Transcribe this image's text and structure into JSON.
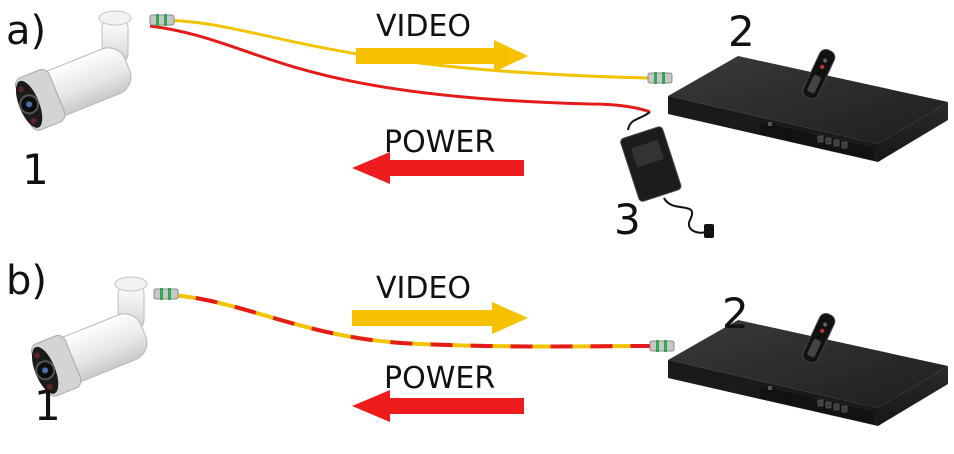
{
  "panel_a": {
    "label": "a)",
    "camera_number": "1",
    "recorder_number": "2",
    "psu_number": "3",
    "video_label": "VIDEO",
    "power_label": "POWER"
  },
  "panel_b": {
    "label": "b)",
    "camera_number": "1",
    "recorder_number": "2",
    "video_label": "VIDEO",
    "power_label": "POWER"
  },
  "colors": {
    "video": "#f6c200",
    "power": "#ee1c1c",
    "cable_video": "#f2c400",
    "cable_power": "#e51b1b",
    "device_body": "#2a2a2a"
  },
  "icons": [
    "bullet-camera-icon",
    "dvr-recorder-icon",
    "remote-control-icon",
    "power-adapter-icon",
    "bnc-connector-icon"
  ]
}
